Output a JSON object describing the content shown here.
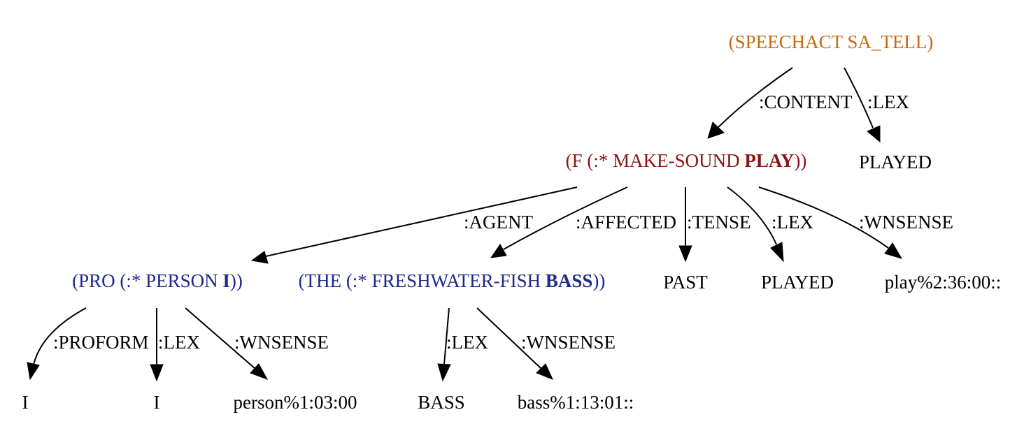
{
  "nodes": {
    "speechact": "(SPEECHACT SA_TELL)",
    "played_top": "PLAYED",
    "f_open": "(F (:* MAKE-SOUND ",
    "f_bold": "PLAY",
    "f_close": "))",
    "pro_open": "(PRO (:* PERSON ",
    "pro_bold": "I",
    "pro_close": "))",
    "the_open": "(THE (:* FRESHWATER-FISH ",
    "the_bold": "BASS",
    "the_close": "))",
    "past": "PAST",
    "played_mid": "PLAYED",
    "play_sense": "play%2:36:00::",
    "i_proform": "I",
    "i_lex": "I",
    "person_sense": "person%1:03:00",
    "bass_lex": "BASS",
    "bass_sense": "bass%1:13:01::"
  },
  "edges": {
    "content": ":CONTENT",
    "lex_top": ":LEX",
    "agent": ":AGENT",
    "affected": ":AFFECTED",
    "tense": ":TENSE",
    "lex_mid": ":LEX",
    "wnsense_mid": ":WNSENSE",
    "proform": ":PROFORM",
    "lex_pro": ":LEX",
    "wnsense_pro": ":WNSENSE",
    "lex_the": ":LEX",
    "wnsense_the": ":WNSENSE"
  },
  "colors": {
    "speechact": "#c46a12",
    "f_node": "#8b1414",
    "np_nodes": "#1d2a8a",
    "leaf": "#000000"
  }
}
